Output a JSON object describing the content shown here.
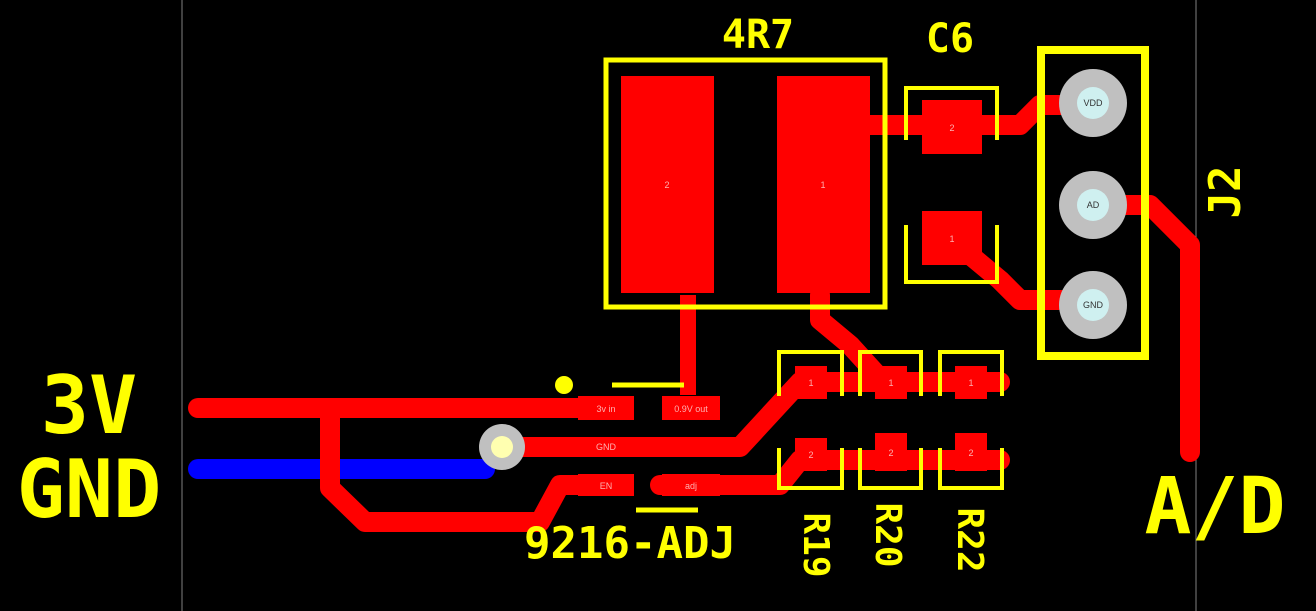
{
  "colors": {
    "background": "#000000",
    "top_copper": "#ff0000",
    "bottom_copper": "#0000ff",
    "silkscreen": "#ffff00",
    "pad_ring": "#c0c0c0",
    "pad_hole": "#cff0f0",
    "guide_line": "#808080"
  },
  "labels": {
    "net_3v": "3V",
    "net_gnd": "GND",
    "net_ad": "A/D",
    "inductor": "4R7",
    "cap": "C6",
    "connector": "J2",
    "regulator": "9216-ADJ",
    "r19": "R19",
    "r20": "R20",
    "r22": "R22"
  },
  "pads": {
    "inductor_2": "2",
    "inductor_1": "1",
    "c6_2": "2",
    "c6_1": "1",
    "u_3vin": "3v in",
    "u_09out": "0.9V out",
    "u_gnd": "GND",
    "u_en": "EN",
    "u_adj": "adj",
    "r19_1": "1",
    "r19_2": "2",
    "r20_1": "1",
    "r20_2": "2",
    "r22_1": "1",
    "r22_2": "2"
  },
  "pins": {
    "vdd": "VDD",
    "ad": "AD",
    "gnd": "GND"
  }
}
